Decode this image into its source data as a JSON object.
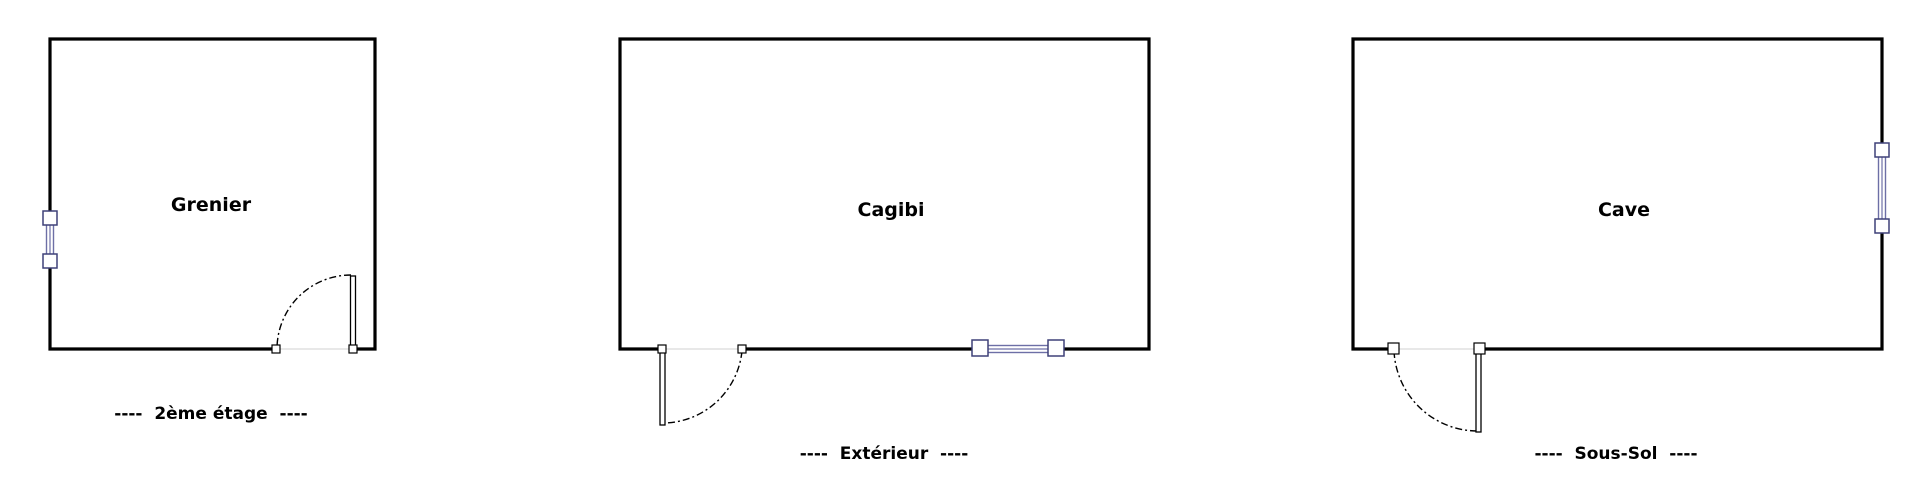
{
  "rooms": [
    {
      "name": "Grenier",
      "floor_label": "----  2ème étage  ----"
    },
    {
      "name": "Cagibi",
      "floor_label": "----  Extérieur  ----"
    },
    {
      "name": "Cave",
      "floor_label": "----  Sous-Sol  ----"
    }
  ]
}
